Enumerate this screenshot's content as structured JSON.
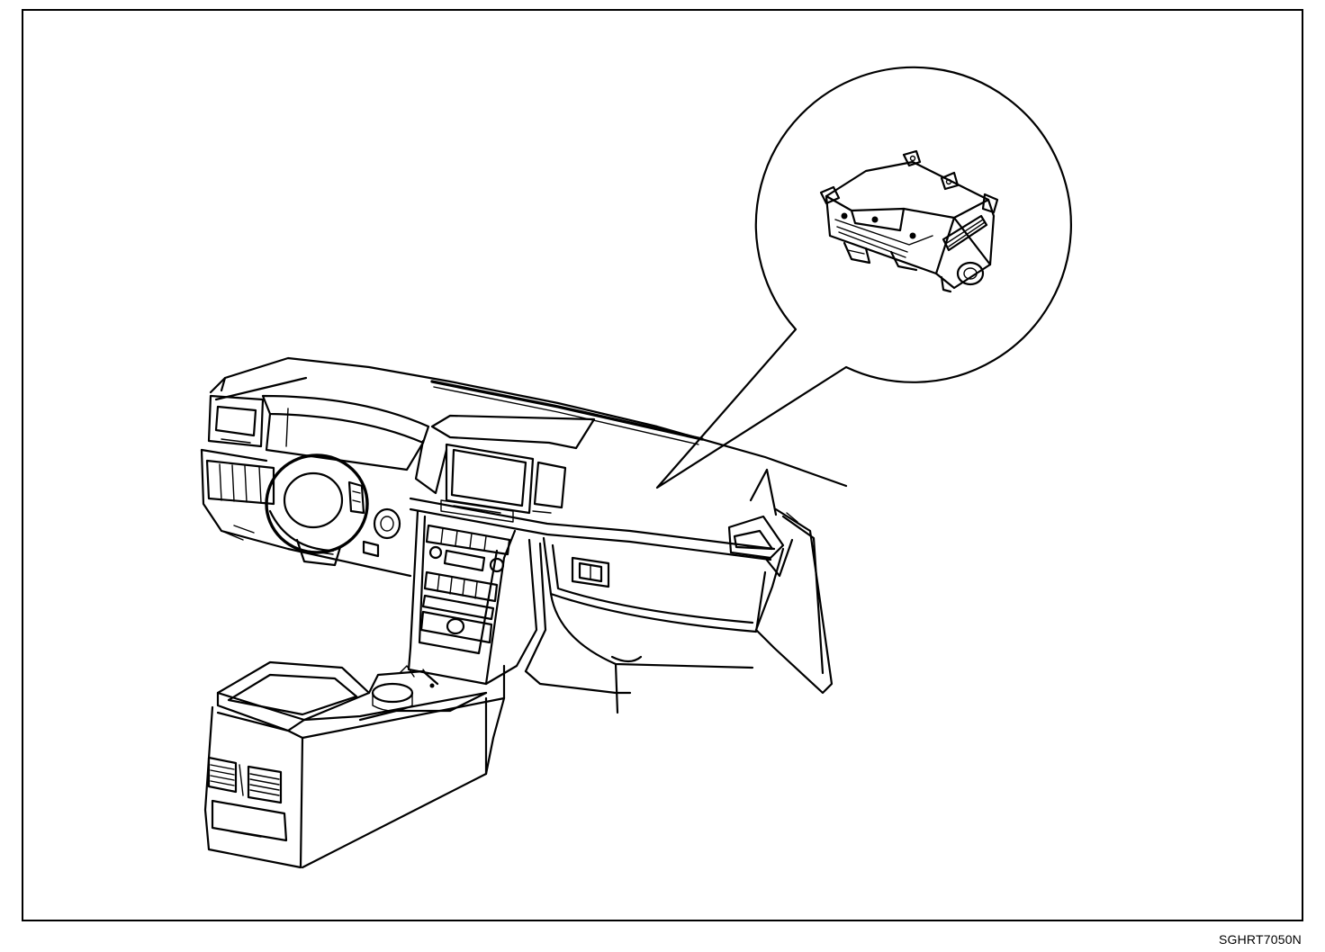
{
  "figure": {
    "code": "SGHRT7050N",
    "components": {
      "dashboard": "dashboard-assembly",
      "callout": "callout-bubble",
      "detail": "passenger-airbag-module"
    }
  }
}
